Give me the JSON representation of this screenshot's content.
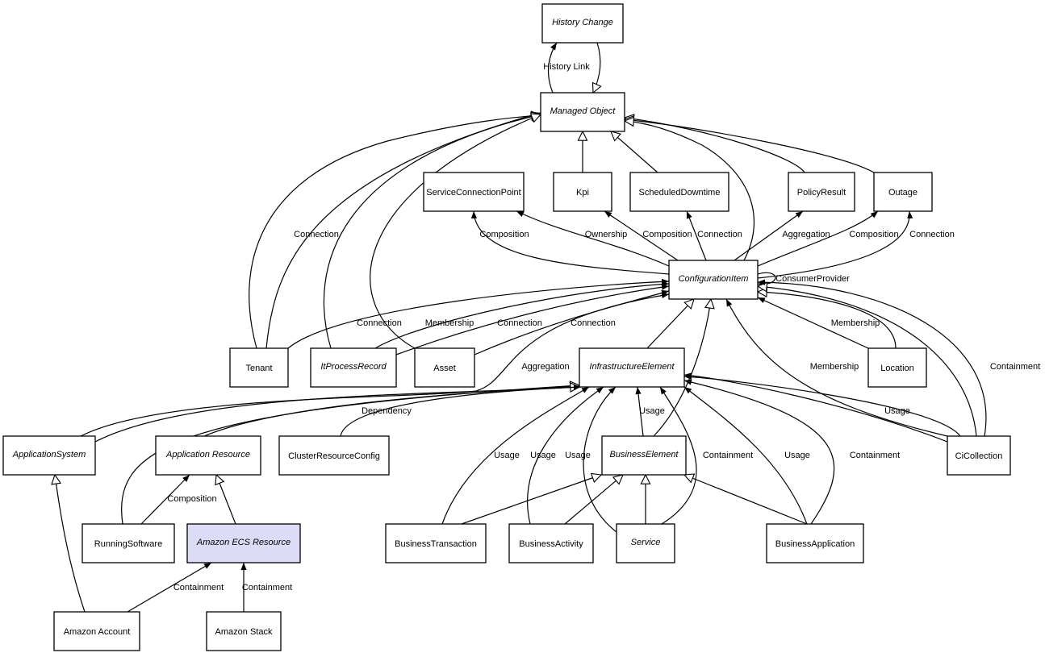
{
  "diagram": {
    "highlight_color": "#dcdcf8",
    "nodes": [
      {
        "id": "history_change",
        "label": "History Change",
        "italic": true
      },
      {
        "id": "managed_object",
        "label": "Managed Object",
        "italic": true
      },
      {
        "id": "scp",
        "label": "ServiceConnectionPoint",
        "italic": false
      },
      {
        "id": "kpi",
        "label": "Kpi",
        "italic": false
      },
      {
        "id": "scheduled_downtime",
        "label": "ScheduledDowntime",
        "italic": false
      },
      {
        "id": "policy_result",
        "label": "PolicyResult",
        "italic": false
      },
      {
        "id": "outage",
        "label": "Outage",
        "italic": false
      },
      {
        "id": "ci",
        "label": "ConfigurationItem",
        "italic": true
      },
      {
        "id": "tenant",
        "label": "Tenant",
        "italic": false
      },
      {
        "id": "itprocess",
        "label": "ItProcessRecord",
        "italic": true
      },
      {
        "id": "asset",
        "label": "Asset",
        "italic": false
      },
      {
        "id": "infra",
        "label": "InfrastructureElement",
        "italic": true
      },
      {
        "id": "location",
        "label": "Location",
        "italic": false
      },
      {
        "id": "appsystem",
        "label": "ApplicationSystem",
        "italic": true
      },
      {
        "id": "appresource",
        "label": "Application Resource",
        "italic": true
      },
      {
        "id": "cluster",
        "label": "ClusterResourceConfig",
        "italic": false
      },
      {
        "id": "business_element",
        "label": "BusinessElement",
        "italic": true
      },
      {
        "id": "cicollection",
        "label": "CiCollection",
        "italic": false
      },
      {
        "id": "running",
        "label": "RunningSoftware",
        "italic": false
      },
      {
        "id": "ecs",
        "label": "Amazon ECS Resource",
        "italic": true,
        "highlighted": true
      },
      {
        "id": "btransaction",
        "label": "BusinessTransaction",
        "italic": false
      },
      {
        "id": "bactivity",
        "label": "BusinessActivity",
        "italic": false
      },
      {
        "id": "service",
        "label": "Service",
        "italic": true
      },
      {
        "id": "bapplication",
        "label": "BusinessApplication",
        "italic": false
      },
      {
        "id": "amazon_account",
        "label": "Amazon Account",
        "italic": false
      },
      {
        "id": "amazon_stack",
        "label": "Amazon Stack",
        "italic": false
      }
    ],
    "edges": [
      {
        "from": "managed_object",
        "to": "history_change",
        "type": "association",
        "label": "History Link"
      },
      {
        "from": "history_change",
        "to": "managed_object",
        "type": "generalization",
        "label": ""
      },
      {
        "from": "kpi",
        "to": "managed_object",
        "type": "generalization",
        "label": ""
      },
      {
        "from": "scheduled_downtime",
        "to": "managed_object",
        "type": "generalization",
        "label": ""
      },
      {
        "from": "policy_result",
        "to": "managed_object",
        "type": "generalization",
        "label": ""
      },
      {
        "from": "outage",
        "to": "managed_object",
        "type": "generalization",
        "label": ""
      },
      {
        "from": "ci",
        "to": "managed_object",
        "type": "generalization",
        "label": ""
      },
      {
        "from": "tenant",
        "to": "managed_object",
        "type": "generalization",
        "label": ""
      },
      {
        "from": "tenant",
        "to": "managed_object",
        "type": "association",
        "label": "Connection"
      },
      {
        "from": "itprocess",
        "to": "managed_object",
        "type": "generalization",
        "label": ""
      },
      {
        "from": "asset",
        "to": "managed_object",
        "type": "generalization",
        "label": ""
      },
      {
        "from": "ci",
        "to": "scp",
        "type": "association",
        "label": "Composition"
      },
      {
        "from": "ci",
        "to": "scp",
        "type": "association",
        "label": "Ownership"
      },
      {
        "from": "ci",
        "to": "kpi",
        "type": "association",
        "label": "Composition"
      },
      {
        "from": "ci",
        "to": "scheduled_downtime",
        "type": "association",
        "label": "Connection"
      },
      {
        "from": "ci",
        "to": "policy_result",
        "type": "association",
        "label": "Aggregation"
      },
      {
        "from": "ci",
        "to": "outage",
        "type": "association",
        "label": "Composition"
      },
      {
        "from": "ci",
        "to": "outage",
        "type": "association",
        "label": "Connection"
      },
      {
        "from": "ci",
        "to": "ci",
        "type": "association",
        "label": "ConsumerProvider"
      },
      {
        "from": "tenant",
        "to": "ci",
        "type": "association",
        "label": "Connection"
      },
      {
        "from": "itprocess",
        "to": "ci",
        "type": "association",
        "label": "Membership"
      },
      {
        "from": "itprocess",
        "to": "ci",
        "type": "association",
        "label": "Connection"
      },
      {
        "from": "asset",
        "to": "ci",
        "type": "association",
        "label": "Connection"
      },
      {
        "from": "infra",
        "to": "ci",
        "type": "generalization",
        "label": ""
      },
      {
        "from": "business_element",
        "to": "ci",
        "type": "generalization",
        "label": ""
      },
      {
        "from": "cicollection",
        "to": "ci",
        "type": "association",
        "label": "Membership"
      },
      {
        "from": "location",
        "to": "ci",
        "type": "association",
        "label": "Membership"
      },
      {
        "from": "location",
        "to": "ci",
        "type": "generalization",
        "label": ""
      },
      {
        "from": "cicollection",
        "to": "ci",
        "type": "generalization",
        "label": ""
      },
      {
        "from": "cicollection",
        "to": "ci",
        "type": "association",
        "label": "Containment"
      },
      {
        "from": "appsystem",
        "to": "ci",
        "type": "association",
        "label": "Aggregation"
      },
      {
        "from": "appsystem",
        "to": "infra",
        "type": "generalization",
        "label": ""
      },
      {
        "from": "running",
        "to": "infra",
        "type": "generalization",
        "label": ""
      },
      {
        "from": "appresource",
        "to": "infra",
        "type": "generalization",
        "label": ""
      },
      {
        "from": "cluster",
        "to": "infra",
        "type": "association",
        "label": "Dependency"
      },
      {
        "from": "btransaction",
        "to": "infra",
        "type": "association",
        "label": "Usage"
      },
      {
        "from": "bactivity",
        "to": "infra",
        "type": "association",
        "label": "Usage"
      },
      {
        "from": "service",
        "to": "infra",
        "type": "association",
        "label": "Usage"
      },
      {
        "from": "business_element",
        "to": "infra",
        "type": "association",
        "label": "Usage"
      },
      {
        "from": "service",
        "to": "infra",
        "type": "association",
        "label": "Containment"
      },
      {
        "from": "bapplication",
        "to": "infra",
        "type": "association",
        "label": "Usage"
      },
      {
        "from": "bapplication",
        "to": "infra",
        "type": "association",
        "label": "Containment"
      },
      {
        "from": "cicollection",
        "to": "infra",
        "type": "association",
        "label": "Usage"
      },
      {
        "from": "cicollection",
        "to": "infra",
        "type": "association",
        "label": ""
      },
      {
        "from": "btransaction",
        "to": "business_element",
        "type": "generalization",
        "label": ""
      },
      {
        "from": "bactivity",
        "to": "business_element",
        "type": "generalization",
        "label": ""
      },
      {
        "from": "service",
        "to": "business_element",
        "type": "generalization",
        "label": ""
      },
      {
        "from": "bapplication",
        "to": "business_element",
        "type": "generalization",
        "label": ""
      },
      {
        "from": "running",
        "to": "appresource",
        "type": "association",
        "label": "Composition"
      },
      {
        "from": "ecs",
        "to": "appresource",
        "type": "generalization",
        "label": ""
      },
      {
        "from": "amazon_account",
        "to": "appsystem",
        "type": "generalization",
        "label": ""
      },
      {
        "from": "amazon_account",
        "to": "ecs",
        "type": "association",
        "label": "Containment"
      },
      {
        "from": "amazon_stack",
        "to": "ecs",
        "type": "association",
        "label": "Containment"
      }
    ]
  }
}
